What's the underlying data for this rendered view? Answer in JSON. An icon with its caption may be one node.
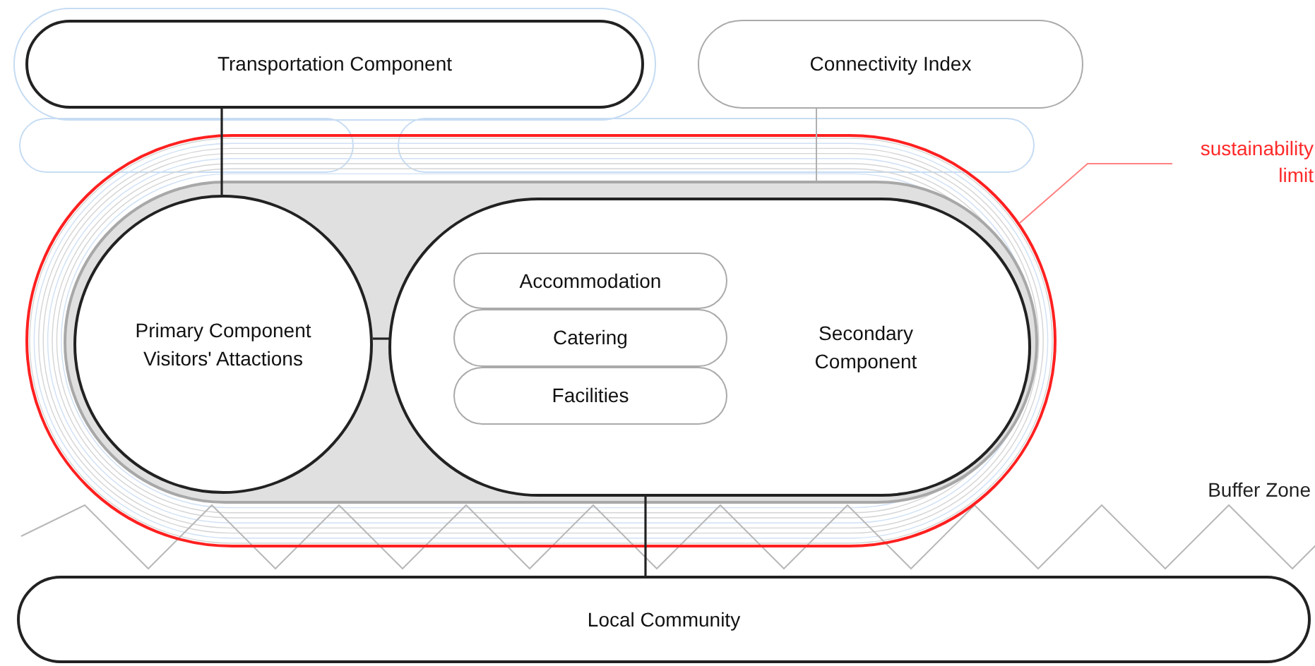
{
  "diagram": {
    "nodes": [
      {
        "text": [
          "Transportation Component"
        ]
      },
      {
        "text": [
          "Connectivity Index"
        ]
      },
      {
        "text": [
          "sustainability limit"
        ]
      },
      {
        "text": [],
        "shape": "box"
      },
      {
        "text": [],
        "shape": "box",
        "in": 3
      },
      {
        "text": [
          "Primary Component Visitors' Attactions"
        ],
        "in": 4
      },
      {
        "text": [
          "Secondary Component"
        ],
        "in": 4
      },
      {
        "text": [
          "Accommodation"
        ],
        "in": 6
      },
      {
        "text": [
          "Catering"
        ],
        "in": 6
      },
      {
        "text": [
          "Facilities"
        ],
        "in": 6
      },
      {
        "text": [
          "Local Community"
        ]
      }
    ],
    "edges": [
      {
        "from": 0,
        "to": 5,
        "arrow": "none"
      },
      {
        "from": 1,
        "to": 4,
        "arrow": "none",
        "color": "#b0b0b0"
      },
      {
        "from": 5,
        "to": 6,
        "arrow": "none"
      },
      {
        "from": 6,
        "to": 10,
        "arrow": "none"
      },
      {
        "from": 2,
        "to": 3,
        "arrow": "none",
        "color": "#ff8080"
      }
    ],
    "labels": [
      "Buffer Zone"
    ]
  }
}
